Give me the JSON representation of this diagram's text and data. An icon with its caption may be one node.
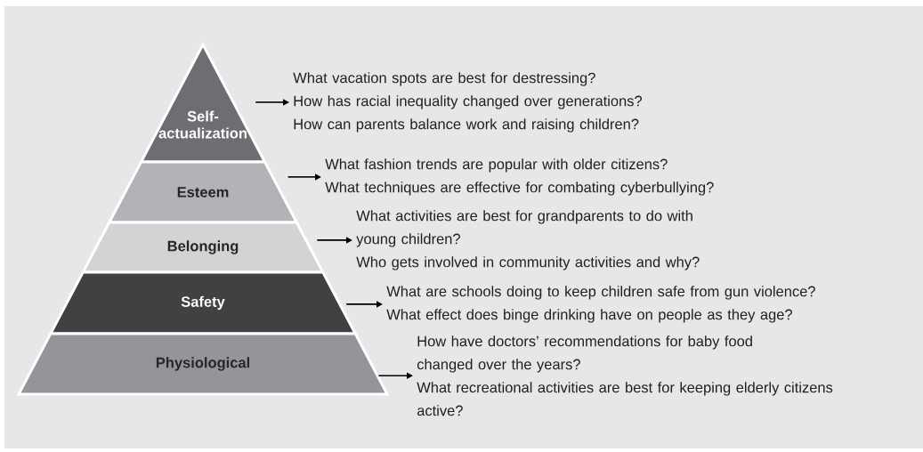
{
  "diagram": {
    "nodes": [
      {
        "text": [
          "Self-actualization"
        ]
      },
      {
        "text": [
          "Esteem"
        ]
      },
      {
        "text": [
          "Belonging"
        ]
      },
      {
        "text": [
          "Safety"
        ]
      },
      {
        "text": [
          "Physiological"
        ]
      },
      {
        "text": [
          "What vacation spots are best for destressing?",
          "How has racial inequality changed over generations?",
          "How can parents balance work and raising children?"
        ]
      },
      {
        "text": [
          "What fashion trends are popular with older citizens?",
          "What techniques are effective for combating cyberbullying?"
        ]
      },
      {
        "text": [
          "What activities are best for grandparents to do with young children?",
          "Who gets involved in community activities and why?"
        ]
      },
      {
        "text": [
          "What are schools doing to keep children safe from gun violence?",
          "What effect does binge drinking have on people as they age?"
        ]
      },
      {
        "text": [
          "How have doctors’ recommendations for baby food changed over the years?",
          "What recreational activities are best for keeping elderly citizens active?"
        ]
      }
    ],
    "edges": [
      {
        "from": 0,
        "to": 5,
        "arrow": "to"
      },
      {
        "from": 1,
        "to": 6,
        "arrow": "to"
      },
      {
        "from": 2,
        "to": 7,
        "arrow": "to"
      },
      {
        "from": 3,
        "to": 8,
        "arrow": "to"
      },
      {
        "from": 4,
        "to": 9,
        "arrow": "to"
      }
    ]
  }
}
